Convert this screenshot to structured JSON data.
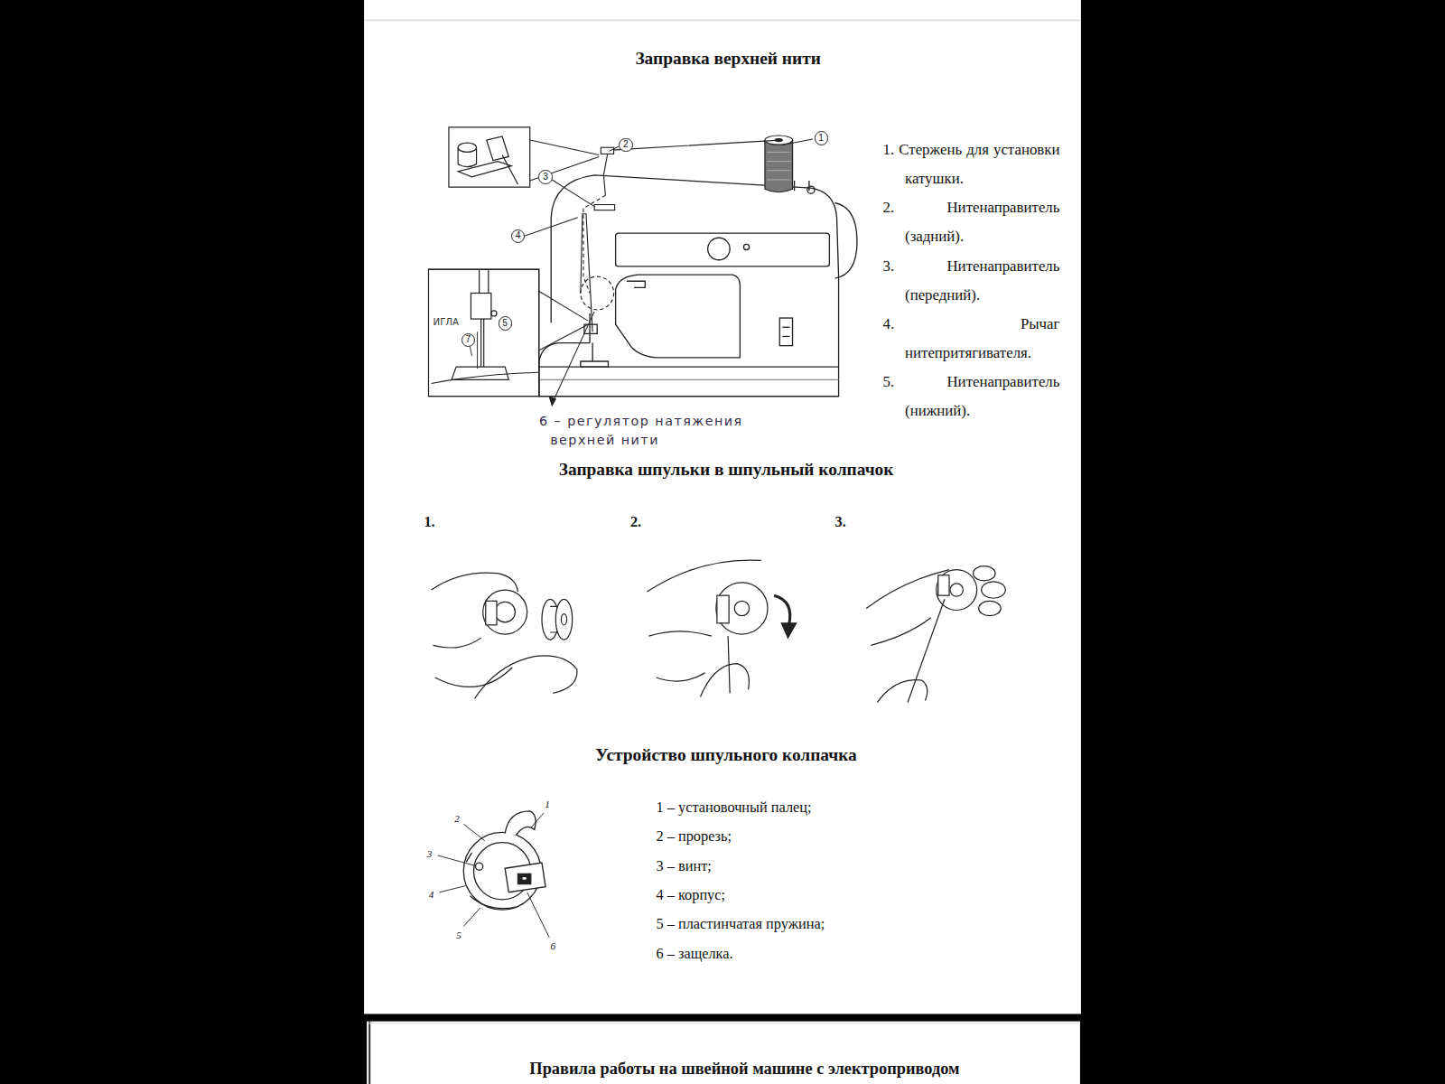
{
  "diagram": {
    "title": "Заправка верхней нити",
    "nodes": [
      {
        "text": [
          "1"
        ]
      },
      {
        "text": [
          "2"
        ]
      },
      {
        "text": [
          "3"
        ]
      },
      {
        "text": [
          "4"
        ]
      },
      {
        "text": [
          "ИГЛА"
        ]
      },
      {
        "text": [
          "7"
        ],
        "in": 4
      },
      {
        "text": [
          "5"
        ],
        "in": 4
      }
    ],
    "labels": [
      "1. Стержень для установки катушки.",
      "2. Нитенаправитель (задний).",
      "3. Нитенаправитель (передний).",
      "4. Рычаг нитепритягивателя.",
      "5. Нитенаправитель (нижний).",
      "6 – регулятор натяжения верхней нити",
      "Заправка шпульки в шпульный колпачок",
      "1.",
      "2.",
      "3.",
      "Устройство шпульного колпачка",
      "1",
      "2",
      "3",
      "4",
      "5",
      "6",
      "1 – установочный палец;",
      "2 – прорезь;",
      "3 – винт;",
      "4 – корпус;",
      "5 – пластинчатая пружина;",
      "6 – защелка.",
      "Правила работы на швейной машине с электроприводом"
    ]
  }
}
